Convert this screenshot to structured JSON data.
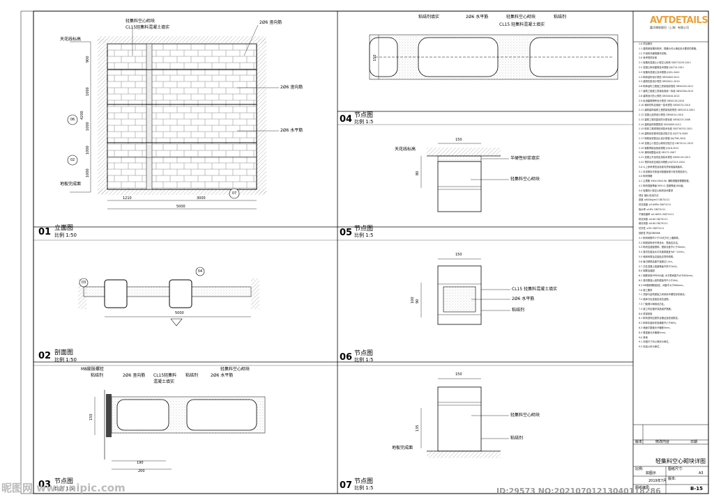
{
  "brand": {
    "logo": "AVTDETAILS",
    "subtitle": "嘉洋建筑顾问（上海）有限公司"
  },
  "panels": {
    "p01": {
      "num": "01",
      "name": "立面图",
      "scale": "比例 1:50"
    },
    "p02": {
      "num": "02",
      "name": "剖面图",
      "scale": "比例 1:50"
    },
    "p03": {
      "num": "03",
      "name": "节点图",
      "scale": "比例 1:5"
    },
    "p04": {
      "num": "04",
      "name": "节点图",
      "scale": "比例 1:5"
    },
    "p05": {
      "num": "05",
      "name": "节点图",
      "scale": "比例 1:5"
    },
    "p06": {
      "num": "06",
      "name": "节点图",
      "scale": "比例 1:5"
    },
    "p07": {
      "num": "07",
      "name": "节点图",
      "scale": "比例 1:5"
    }
  },
  "elevation": {
    "labels": {
      "block": "轻集料空心砌块",
      "fill": "CL15轻集料混凝土填实",
      "vbar_top": "2Ø6 竖向筋",
      "vbar_mid": "2Ø6 竖向筋",
      "hbar": "2Ø6 水平筋",
      "ceiling": "天花线标高",
      "floor": "地板完成面"
    },
    "dims_h": [
      "1210",
      "3000",
      "5000"
    ],
    "dims_v": [
      "900",
      "1000",
      "1000",
      "1000",
      "1000",
      "4200"
    ],
    "bubbles": [
      "06",
      "02",
      "07"
    ]
  },
  "section": {
    "dims": [
      "5000"
    ],
    "bubbles": [
      "03",
      "04"
    ]
  },
  "detail03": {
    "labels": [
      "M8膨胀螺栓",
      "粘结剂",
      "2Ø6 竖向筋",
      "CL15轻集料",
      "混凝土填实",
      "粘结剂",
      "轻集料空心砌块",
      "2Ø6 水平筋"
    ],
    "dims": [
      "150",
      "190",
      "200"
    ]
  },
  "detail04": {
    "labels": [
      "粘结剂填实",
      "2Ø6 水平筋",
      "轻集料空心砌块",
      "粘结剂",
      "CL15 轻集料混凝土填实"
    ],
    "dims": [
      "150"
    ]
  },
  "detail05": {
    "labels": [
      "天花线标高",
      "半硬性砂浆填实",
      "轻集料空心砌块"
    ],
    "dims": [
      "150",
      "80"
    ]
  },
  "detail06": {
    "labels": [
      "CL15 轻集料混凝土填实",
      "2Ø6 水平筋",
      "粘结剂"
    ],
    "dims": [
      "150",
      "100",
      "90"
    ]
  },
  "detail07": {
    "labels": [
      "轻集料空心砌块",
      "粘结剂",
      "地板完成面"
    ],
    "dims": [
      "150",
      "135"
    ]
  },
  "specs": [
    "1.0 项目概况",
    "1.1  建筑用轻集料砌块，规格为可以满足设计要求的规格。",
    "1.2  不用的详细规格作说明。",
    "2.0 参考规范标准",
    "2.1 轻集料混凝土小型空心砌块       GB/T15229-2011",
    "2.2 混凝土砌块建筑技术规程          JGJ/T14-2011",
    "2.3 轻集料混凝土技术规程            JGJ51-2002",
    "2.4 砌体结构设计规范                GB50003-2011",
    "2.5 建筑抗震设计规范                GB50011-2010",
    "2.6 砌体结构工程施工质量验收规范    GB50203-2011",
    "2.7 建筑工程施工质量验收统一标准    GB50300-2013",
    "2.8 建筑设计防火规范                GB50016-2014",
    "2.9 民用建筑隔声设计规范            GB50118-2010",
    "2.10 墙体材料应用统一技术规范       GB50574-2010",
    "2.11 建筑装饰装修工程质量验收规范   GB50210-2001",
    "2.12 混凝土结构设计规范             GB50010-2010",
    "2.13 建筑工程抗震设防分类标准       GB50223-2008",
    "2.14 建筑结构荷载规范               GB50009-2012",
    "2.15 砌体工程现场检测技术标准       GB/T50315-2011",
    "2.16 建筑砂浆基本性能试验方法       JGJ/T70-2009",
    "2.17 砌筑砂浆配合比设计规程         JGJ/T98-2010",
    "2.18 混凝土小型空心砌块试验方法     GB/T4111-2013",
    "2.19 钢筋焊接及验收规程             JGJ18-2012",
    "2.20 通用硅酸盐水泥                GB175-2007",
    "2.21 混凝土外加剂应用技术规范       GB50119-2013",
    "2.22 预拌砂浆应用技术规程           JGJ/T223-2010",
    "3.0 以上参考规范及标准均须采用最新版本。",
    "3.1 本说明未尽事宜均按国家现行有关规范执行。",
    "4.0 砌块规格",
    "4.1 主规格 390x190x190, 辅助规格按需要配套。",
    "4.2 砌块强度等级 MU5.0, 密度等级 800级。",
    "5.0 轻集料小型空心砌块技术要求",
    "  项目          指标         检测方法",
    "  密度          ≤800kg/m3     GB/T4111",
    "  抗压强度      ≥5.0MPa      GB/T4111",
    "  吸水率        ≤18%         GB/T4111",
    "  干燥收缩率    ≤0.065%      GB/T4111",
    "  软化系数      ≥0.80        GB/T4111",
    "  碳化系数      ≥0.80        GB/T4111",
    "  抗冻性        ≤5%          GB/T4111",
    "  放射性        符合GB6566",
    "5.1 砌块龄期不少于28天方可上墙砌筑。",
    "5.2 砌筑前砌块不得浇水，表面应清洁。",
    "5.3 砌块应错缝搭砌，搭接长度不小于90mm。",
    "5.4 竖向灰缝及水平灰缝厚度宜为8~12mm。",
    "5.5 墙体转角及交接处应同时砌筑。",
    "5.6 每日砌筑高度不宜超过1.4m。",
    "5.7 芯柱混凝土强度等级不低于Cb20。",
    "6.0 钢筋及锚固",
    "6.1 钢筋采用HPB300级, 水平筋间距不大于600mm。",
    "6.2 竖向筋锚入结构梁板内不小于40d。",
    "6.3 M8膨胀螺栓固定，间距不大于600mm。",
    "7.0 施工要求",
    "7.1 顶部与结构梁板之间采用半硬性砂浆填实。",
    "7.2 墙体与柱连接处设拉结筋。",
    "7.3 门窗洞口两侧设芯柱。",
    "7.4 施工时应做好成品保护措施。",
    "8.0 质量检验",
    "8.1 砌块进场应提供合格证及检测报告。",
    "8.2 砌体灰缝砂浆饱满度不小于80%。",
    "8.3 墙面平整度允许偏差5mm。",
    "8.4 垂直度允许偏差5mm。",
    "9.0 其他",
    "9.1 本图尺寸均以毫米为单位。",
    "9.2 标高以米为单位。"
  ],
  "titleblock": {
    "rev_no": "版本",
    "rev_desc": "修改内容",
    "rev_date": "日期",
    "title": "轻集料空心砌块详图",
    "scale_lbl": "比例:",
    "scale_val": "如图示",
    "size_lbl": "图纸尺寸:",
    "size_val": "A3",
    "date": "2019年7月",
    "sheet_lbl": "图纸编号:",
    "sheet_no": "B-15",
    "version_lbl": "版本:"
  },
  "watermark": {
    "left": "昵图网 www.nipic.com",
    "right": "ID:29573 NO:20210701213040118286"
  }
}
